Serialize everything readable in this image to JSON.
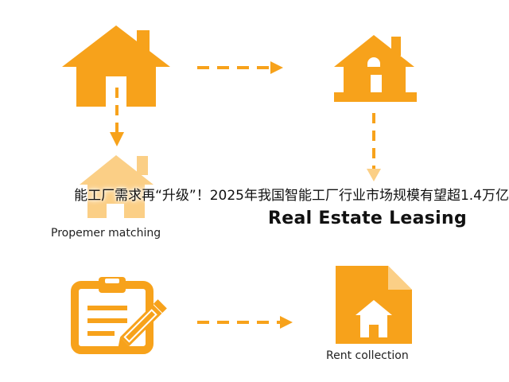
{
  "colors": {
    "orange": "#F7A21B",
    "faded_orange": "#FBCF86",
    "text": "#222222"
  },
  "nodes": [
    {
      "id": "house",
      "icon": "house-icon"
    },
    {
      "id": "house-window",
      "icon": "house-with-window-icon"
    },
    {
      "id": "matching",
      "icon": "faded-house-icon",
      "label": "Propemer matching"
    },
    {
      "id": "leasing",
      "label": "Real Estate Leasing"
    },
    {
      "id": "clipboard",
      "icon": "clipboard-pencil-icon"
    },
    {
      "id": "rent",
      "icon": "document-house-icon",
      "label": "Rent collection"
    }
  ],
  "banner": {
    "text": "能工厂需求再“升级”！2025年我国智能工厂行业市场规模有望超1.4万亿"
  }
}
